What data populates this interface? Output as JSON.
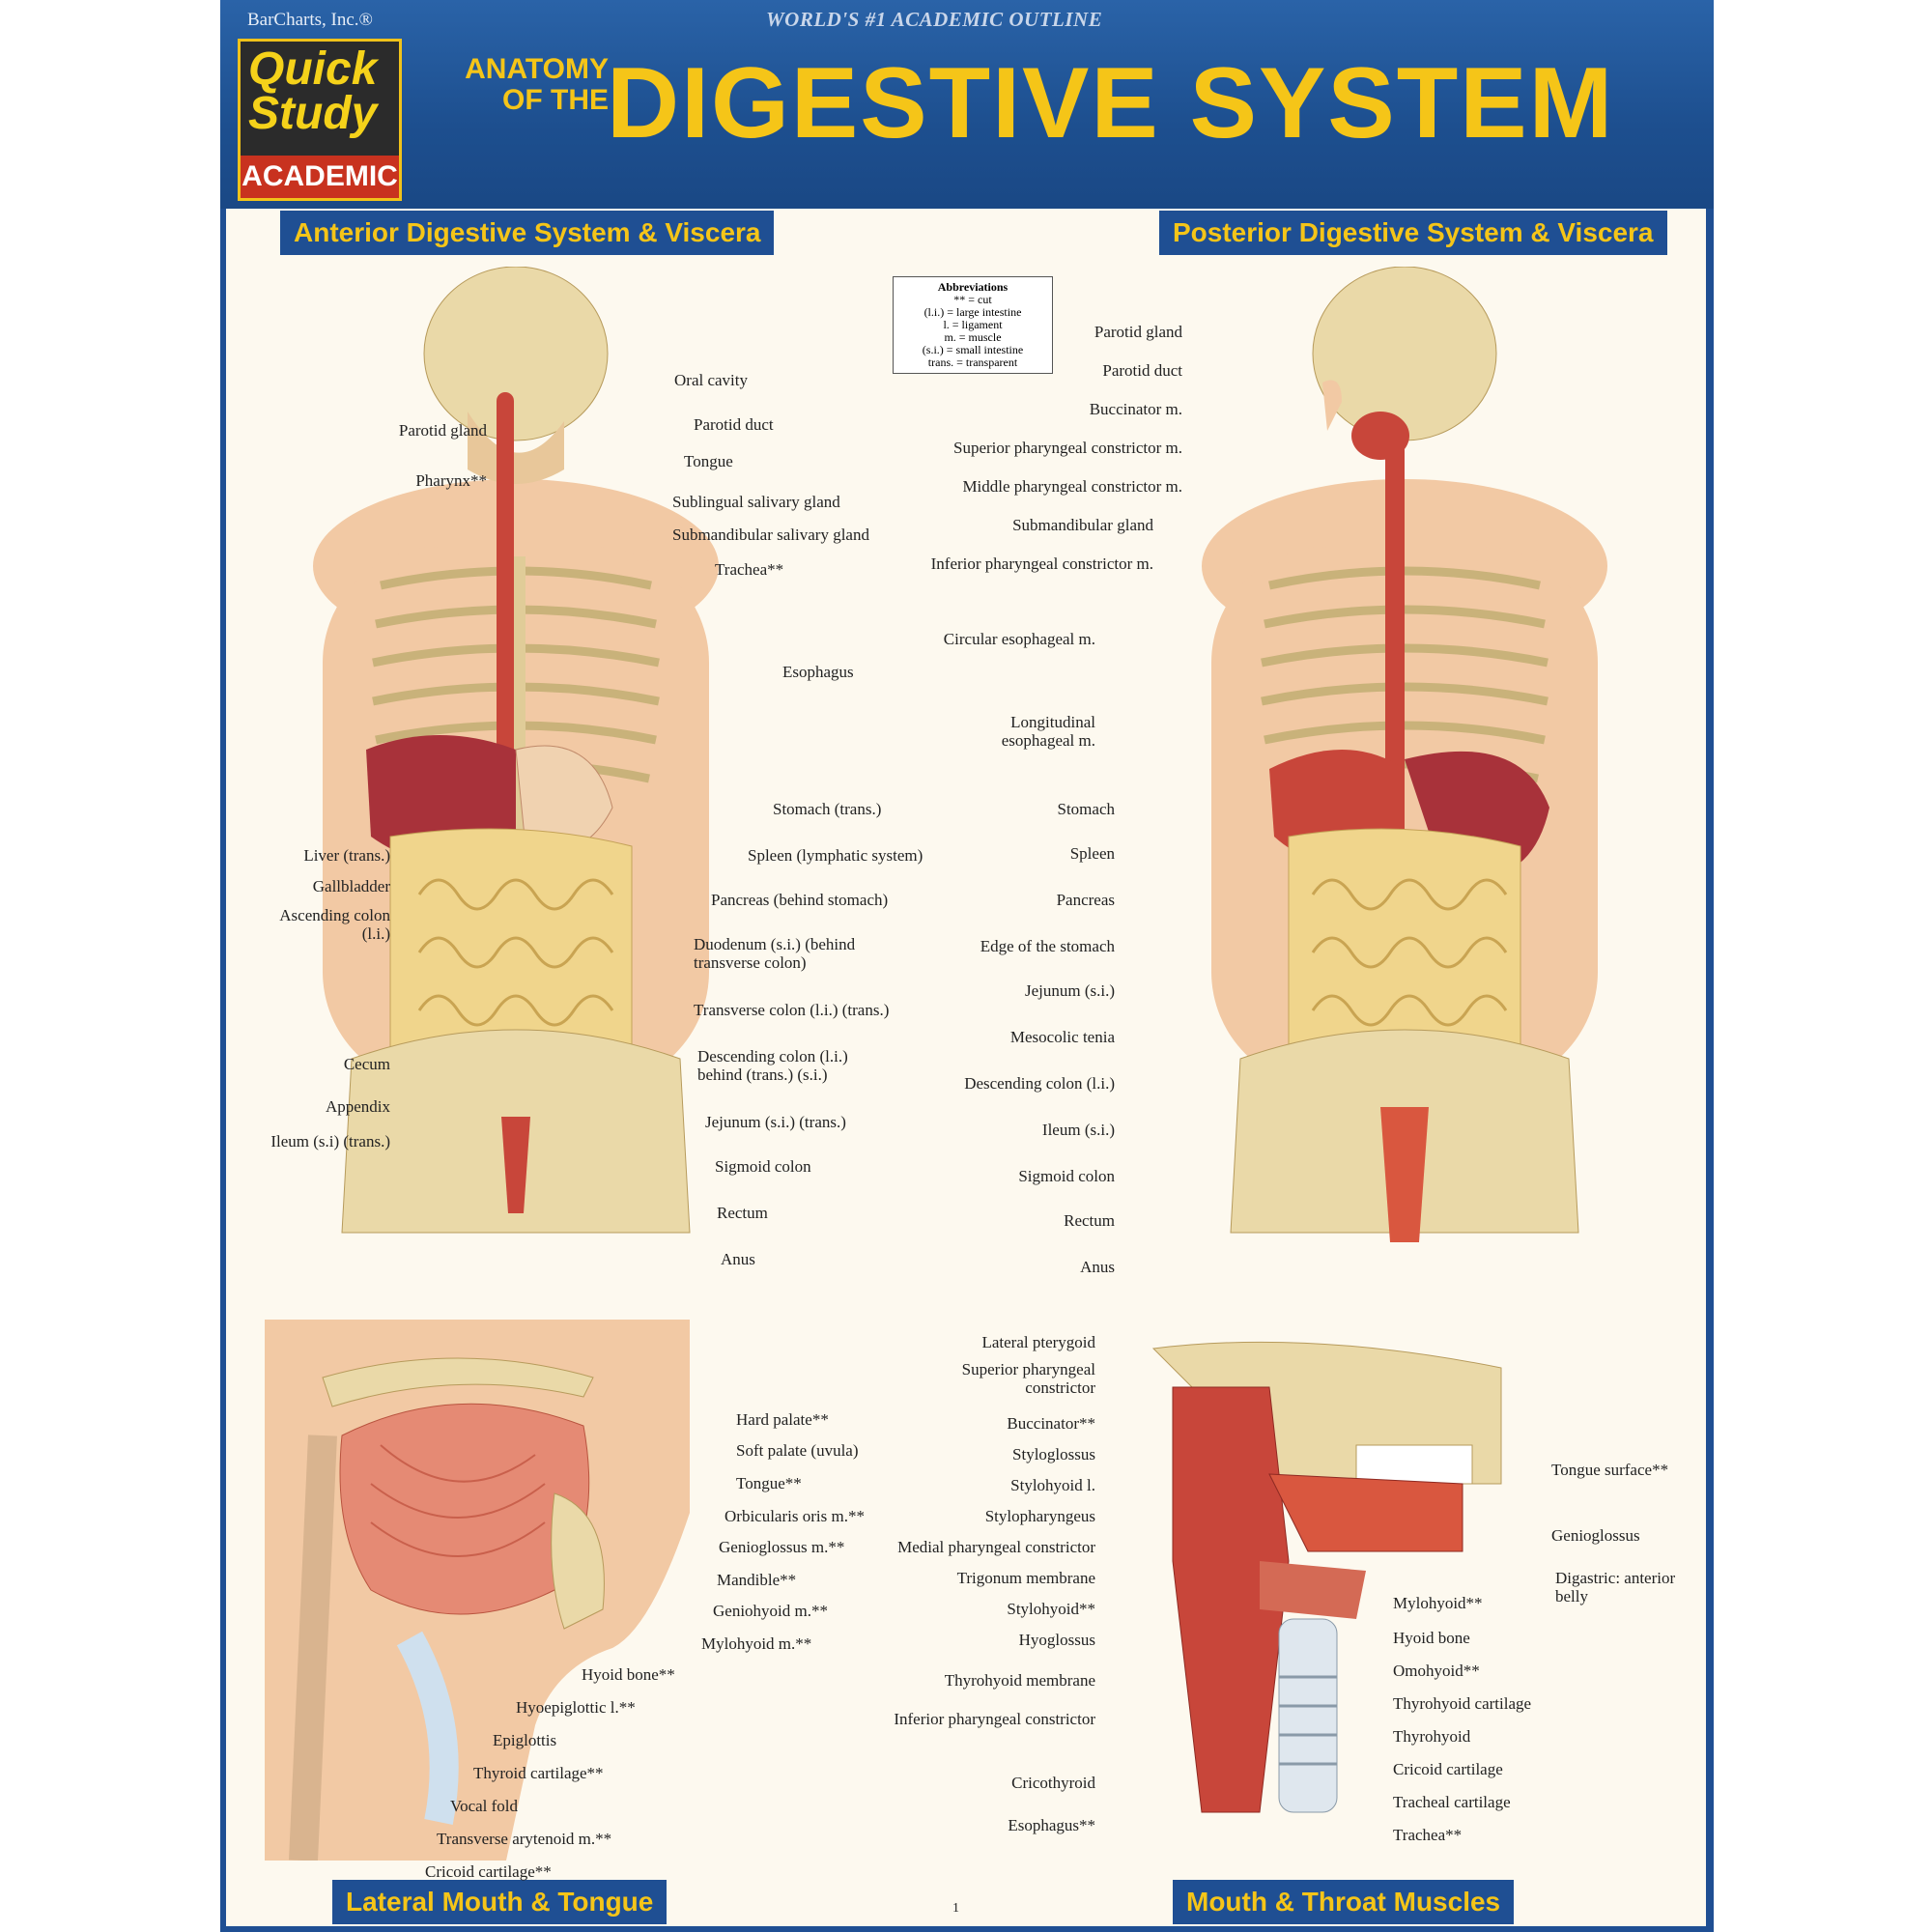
{
  "header": {
    "publisher": "BarCharts, Inc.®",
    "tagline": "WORLD'S #1 ACADEMIC OUTLINE",
    "logo_line1": "Quick",
    "logo_line2": "Study",
    "logo_line3": "ACADEMIC",
    "prefix": "ANATOMY OF THE",
    "title": "DIGESTIVE SYSTEM"
  },
  "sections": {
    "anterior": "Anterior Digestive System & Viscera",
    "posterior": "Posterior Digestive System & Viscera",
    "lateral": "Lateral Mouth & Tongue",
    "throat": "Mouth & Throat Muscles"
  },
  "abbreviations": {
    "title": "Abbreviations",
    "items": [
      "** = cut",
      "(l.i.) = large intestine",
      "l. = ligament",
      "m. = muscle",
      "(s.i.) = small intestine",
      "trans. = transparent"
    ]
  },
  "anterior_labels": {
    "left": [
      "Parotid gland",
      "Pharynx**",
      "Liver (trans.)",
      "Gallbladder",
      "Ascending colon (l.i.)",
      "Cecum",
      "Appendix",
      "Ileum (s.i) (trans.)"
    ],
    "right": [
      "Oral cavity",
      "Parotid duct",
      "Tongue",
      "Sublingual salivary gland",
      "Submandibular salivary gland",
      "Trachea**",
      "Esophagus",
      "Stomach (trans.)",
      "Spleen (lymphatic system)",
      "Pancreas (behind stomach)",
      "Duodenum (s.i.) (behind transverse colon)",
      "Transverse colon (l.i.) (trans.)",
      "Descending colon (l.i.) behind (trans.) (s.i.)",
      "Jejunum (s.i.) (trans.)",
      "Sigmoid colon",
      "Rectum",
      "Anus"
    ]
  },
  "posterior_labels": [
    "Parotid gland",
    "Parotid duct",
    "Buccinator m.",
    "Superior pharyngeal constrictor m.",
    "Middle pharyngeal constrictor m.",
    "Submandibular gland",
    "Inferior pharyngeal constrictor m.",
    "Circular esophageal m.",
    "Longitudinal esophageal m.",
    "Stomach",
    "Spleen",
    "Pancreas",
    "Edge of the stomach",
    "Jejunum (s.i.)",
    "Mesocolic tenia",
    "Descending colon (l.i.)",
    "Ileum (s.i.)",
    "Sigmoid colon",
    "Rectum",
    "Anus"
  ],
  "lateral_labels": [
    "Hard palate**",
    "Soft palate (uvula)",
    "Tongue**",
    "Orbicularis oris m.**",
    "Genioglossus m.**",
    "Mandible**",
    "Geniohyoid m.**",
    "Mylohyoid m.**",
    "Hyoid bone**",
    "Hyoepiglottic l.**",
    "Epiglottis",
    "Thyroid cartilage**",
    "Vocal fold",
    "Transverse arytenoid m.**",
    "Cricoid cartilage**"
  ],
  "throat_labels": {
    "left": [
      "Lateral pterygoid",
      "Superior pharyngeal constrictor",
      "Buccinator**",
      "Styloglossus",
      "Stylohyoid l.",
      "Stylopharyngeus",
      "Medial pharyngeal constrictor",
      "Trigonum membrane",
      "Stylohyoid**",
      "Hyoglossus",
      "Thyrohyoid membrane",
      "Inferior pharyngeal constrictor",
      "Cricothyroid",
      "Esophagus**"
    ],
    "right": [
      "Tongue surface**",
      "Genioglossus",
      "Digastric: anterior belly",
      "Mylohyoid**",
      "Hyoid bone",
      "Omohyoid**",
      "Thyrohyoid cartilage",
      "Thyrohyoid",
      "Cricoid cartilage",
      "Tracheal cartilage",
      "Trachea**"
    ]
  },
  "page_number": "1",
  "colors": {
    "brand_blue": "#1f4f93",
    "title_yellow": "#f5c518",
    "paper": "#fdf9ef",
    "muscle_red": "#c8463a",
    "bone": "#ead9a8",
    "skin": "#f2c9a4"
  }
}
